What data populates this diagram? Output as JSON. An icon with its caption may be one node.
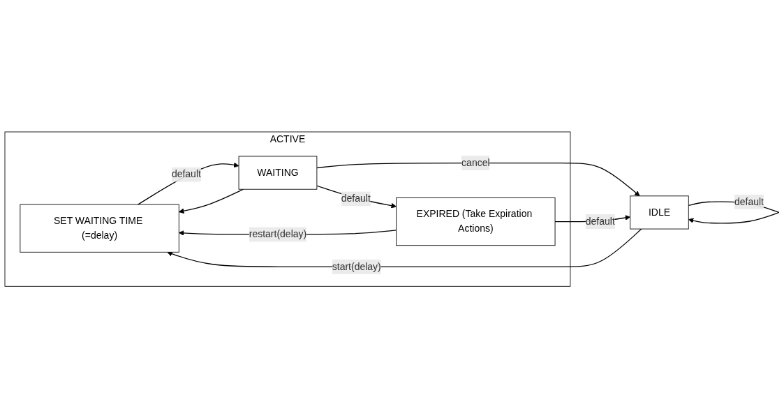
{
  "diagram": {
    "nodes": [
      {
        "text": [
          "ACTIVE"
        ]
      },
      {
        "text": [
          "SET WAITING TIME (=delay)"
        ],
        "in": 0
      },
      {
        "text": [
          "WAITING"
        ],
        "in": 0
      },
      {
        "text": [
          "EXPIRED (Take Expiration Actions)"
        ],
        "in": 0
      },
      {
        "text": [
          "IDLE"
        ]
      }
    ],
    "edges": [
      {
        "from": 4,
        "to": 1,
        "arrow": "to",
        "label": "start(delay)"
      },
      {
        "from": 4,
        "to": 4,
        "arrow": "to",
        "label": "default"
      },
      {
        "from": 1,
        "to": 2,
        "arrow": "to",
        "label": "default"
      },
      {
        "from": 2,
        "to": 3,
        "arrow": "to",
        "label": "default"
      },
      {
        "from": 2,
        "to": 4,
        "arrow": "to",
        "label": "cancel"
      },
      {
        "from": 3,
        "to": 4,
        "arrow": "to",
        "label": "default"
      },
      {
        "from": 3,
        "to": 1,
        "arrow": "to",
        "label": "restart(delay)"
      },
      {
        "from": 2,
        "to": 1,
        "arrow": "to"
      }
    ]
  }
}
